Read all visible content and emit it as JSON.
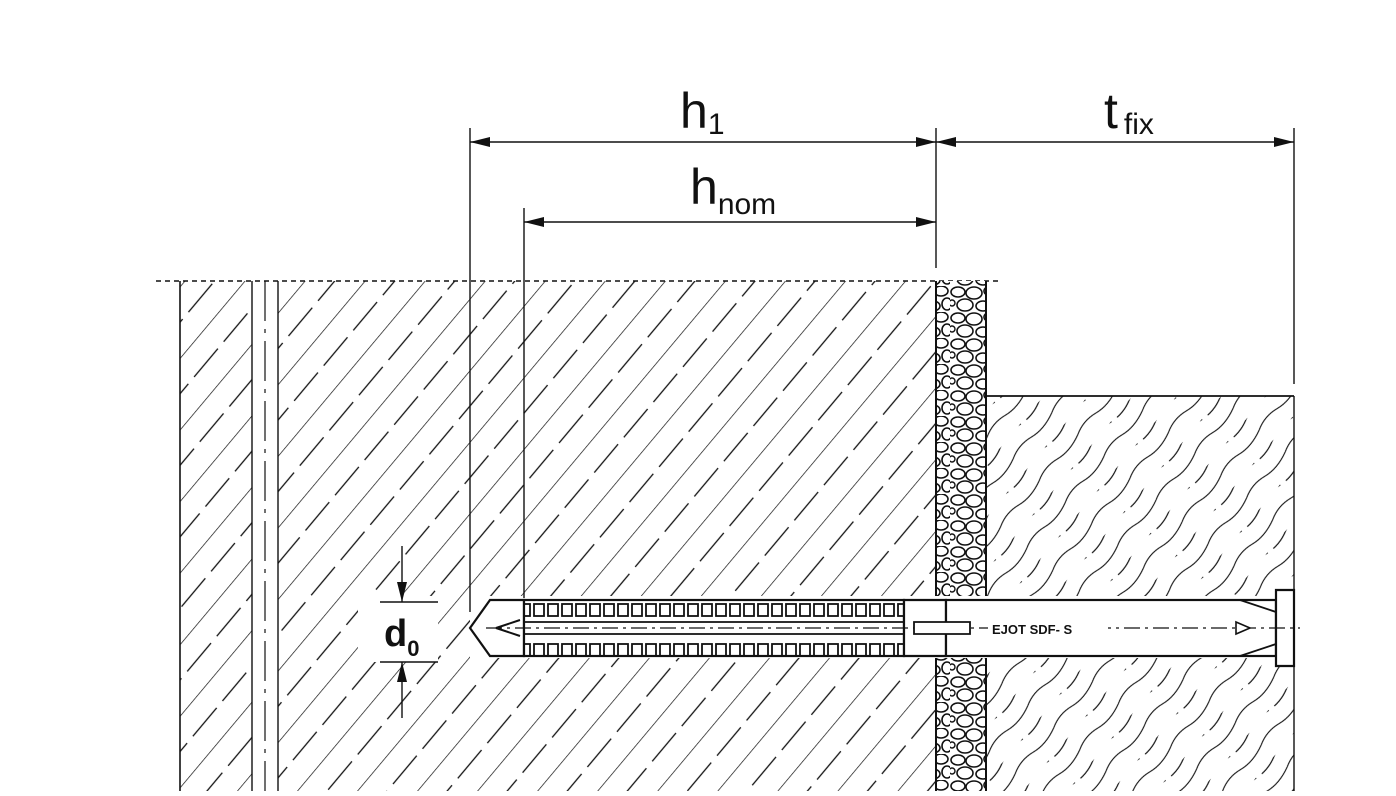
{
  "dimensions": {
    "h1": {
      "main": "h",
      "sub": "1"
    },
    "hnom": {
      "main": "h",
      "sub": "nom"
    },
    "tfix": {
      "main": "t",
      "sub": "fix"
    },
    "d0": {
      "main": "d",
      "sub": "0"
    }
  },
  "anchor": {
    "marking": "EJOT SDF- S"
  },
  "colors": {
    "line": "#111111",
    "background": "#ffffff"
  }
}
